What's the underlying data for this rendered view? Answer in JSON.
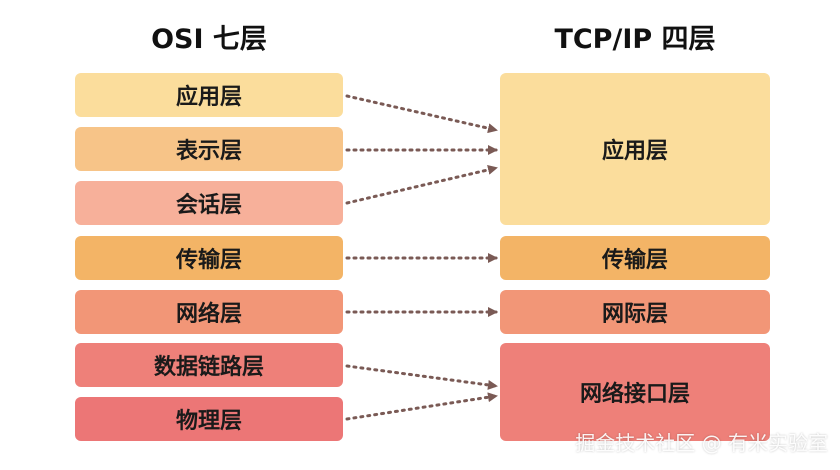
{
  "titles": {
    "left": "OSI 七层",
    "right": "TCP/IP 四层"
  },
  "osi_layers": [
    "应用层",
    "表示层",
    "会话层",
    "传输层",
    "网络层",
    "数据链路层",
    "物理层"
  ],
  "tcpip_layers": [
    "应用层",
    "传输层",
    "网际层",
    "网络接口层"
  ],
  "mapping": [
    {
      "from": "应用层",
      "to": "应用层"
    },
    {
      "from": "表示层",
      "to": "应用层"
    },
    {
      "from": "会话层",
      "to": "应用层"
    },
    {
      "from": "传输层",
      "to": "传输层"
    },
    {
      "from": "网络层",
      "to": "网际层"
    },
    {
      "from": "数据链路层",
      "to": "网络接口层"
    },
    {
      "from": "物理层",
      "to": "网络接口层"
    }
  ],
  "colors": {
    "application": "#fbdd9c",
    "presentation": "#f7c488",
    "session": "#f7b09a",
    "transport": "#f3b466",
    "network": "#f29677",
    "datalink": "#ee8079",
    "physical": "#ec7676",
    "arrow": "#7a5a55"
  },
  "watermark": "掘金技术社区 @ 有米实验室"
}
